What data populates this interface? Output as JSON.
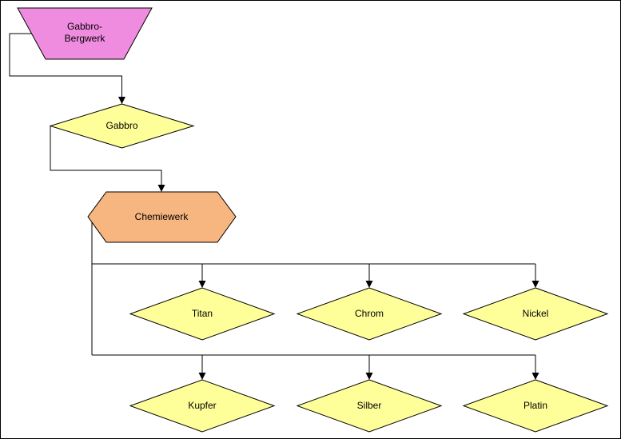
{
  "diagram": {
    "type": "flowchart",
    "background": "#ffffff",
    "colors": {
      "line": "#000000",
      "text": "#000000",
      "border": "#000000",
      "mine_fill": "#f08ce0",
      "plant_fill": "#f7b580",
      "material_fill": "#ffff99"
    },
    "nodes": {
      "bergwerk": {
        "label_line1": "Gabbro-",
        "label_line2": "Bergwerk",
        "shape": "inverted-trapezoid"
      },
      "gabbro": {
        "label": "Gabbro",
        "shape": "diamond"
      },
      "chemiewerk": {
        "label": "Chemiewerk",
        "shape": "hexagon"
      },
      "titan": {
        "label": "Titan",
        "shape": "diamond"
      },
      "chrom": {
        "label": "Chrom",
        "shape": "diamond"
      },
      "nickel": {
        "label": "Nickel",
        "shape": "diamond"
      },
      "kupfer": {
        "label": "Kupfer",
        "shape": "diamond"
      },
      "silber": {
        "label": "Silber",
        "shape": "diamond"
      },
      "platin": {
        "label": "Platin",
        "shape": "diamond"
      }
    },
    "edges": [
      {
        "from": "bergwerk",
        "to": "gabbro"
      },
      {
        "from": "gabbro",
        "to": "chemiewerk"
      },
      {
        "from": "chemiewerk",
        "to": "titan"
      },
      {
        "from": "chemiewerk",
        "to": "chrom"
      },
      {
        "from": "chemiewerk",
        "to": "nickel"
      },
      {
        "from": "chemiewerk",
        "to": "kupfer"
      },
      {
        "from": "chemiewerk",
        "to": "silber"
      },
      {
        "from": "chemiewerk",
        "to": "platin"
      }
    ]
  }
}
